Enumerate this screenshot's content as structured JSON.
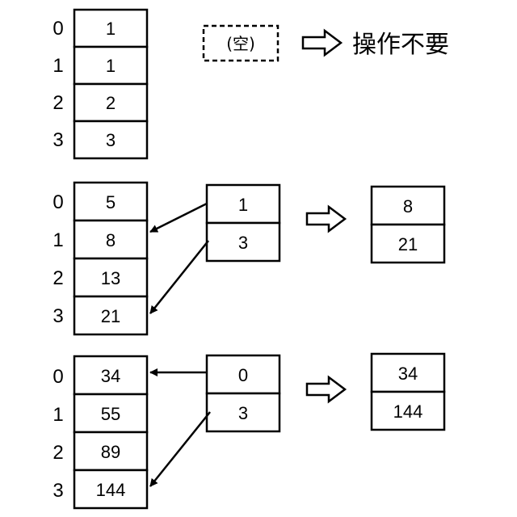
{
  "section1": {
    "indices": [
      "0",
      "1",
      "2",
      "3"
    ],
    "array": [
      "1",
      "1",
      "2",
      "3"
    ],
    "empty_label": "(空)",
    "note": "操作不要"
  },
  "section2": {
    "indices": [
      "0",
      "1",
      "2",
      "3"
    ],
    "array": [
      "5",
      "8",
      "13",
      "21"
    ],
    "query": [
      "1",
      "3"
    ],
    "result": [
      "8",
      "21"
    ]
  },
  "section3": {
    "indices": [
      "0",
      "1",
      "2",
      "3"
    ],
    "array": [
      "34",
      "55",
      "89",
      "144"
    ],
    "query": [
      "0",
      "3"
    ],
    "result": [
      "34",
      "144"
    ]
  }
}
